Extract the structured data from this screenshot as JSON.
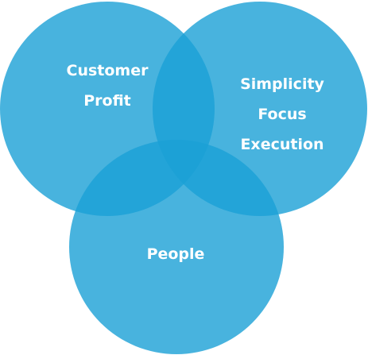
{
  "colors": {
    "circle_fill": "#1AA0D6",
    "circle_opacity": 0.8,
    "text": "#FFFFFF"
  },
  "diagram": {
    "type": "venn",
    "circles": [
      {
        "name": "top-left",
        "lines": [
          "Customer",
          "Profit"
        ]
      },
      {
        "name": "top-right",
        "lines": [
          "Simplicity",
          "Focus",
          "Execution"
        ]
      },
      {
        "name": "bottom",
        "lines": [
          "People"
        ]
      }
    ]
  }
}
